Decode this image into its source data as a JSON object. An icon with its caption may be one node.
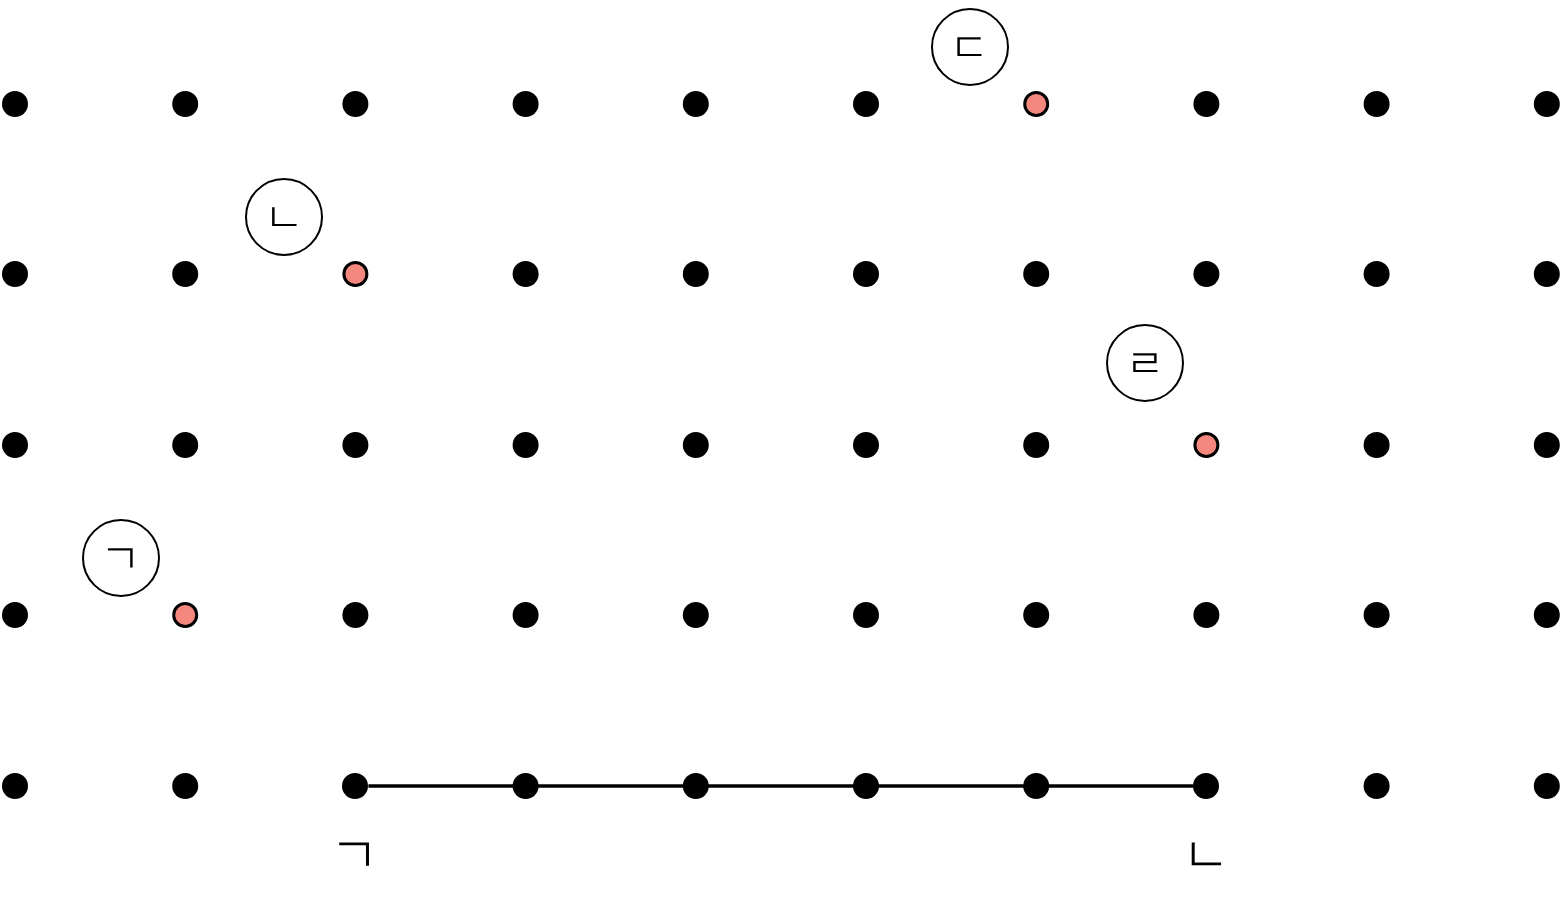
{
  "diagram": {
    "nodes": [
      {
        "text": [
          "ㄷ"
        ]
      },
      {
        "text": [
          "ㄴ"
        ]
      },
      {
        "text": [
          "ㄹ"
        ]
      },
      {
        "text": [
          "ㄱ"
        ]
      },
      {
        "text": [],
        "shape": "circle",
        "beside": [
          "ㄱ"
        ]
      },
      {
        "text": [],
        "shape": "circle",
        "beside": [
          "ㄴ"
        ]
      }
    ],
    "edges": [
      {
        "from": 4,
        "to": 5,
        "arrow": "none"
      }
    ]
  }
}
